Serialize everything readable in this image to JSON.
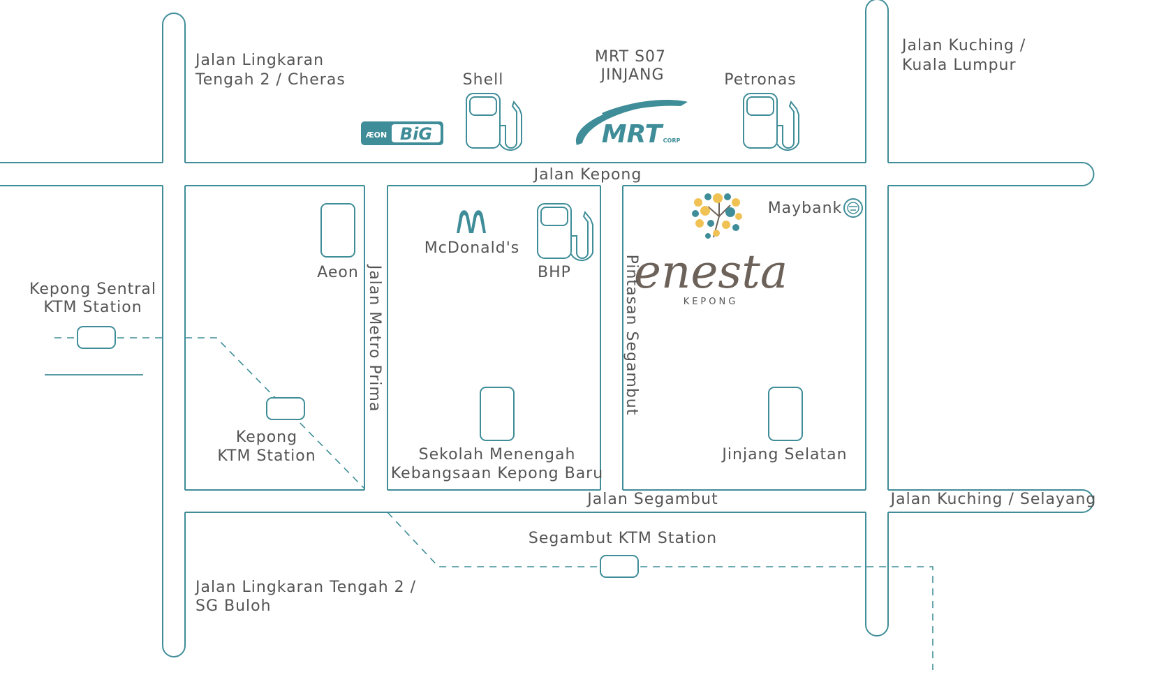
{
  "roads": {
    "jalan_kepong": "Jalan Kepong",
    "jalan_segambut": "Jalan Segambut",
    "jalan_metro_prima": "Jalan Metro Prima",
    "pintasan_segambut": "Pintasan Segambut",
    "jalan_lingkaran_cheras": [
      "Jalan Lingkaran",
      "Tengah 2 / Cheras"
    ],
    "jalan_lingkaran_sgbuloh": [
      "Jalan Lingkaran Tengah 2 /",
      "SG Buloh"
    ],
    "jalan_kuching_kl": [
      "Jalan Kuching /",
      "Kuala Lumpur"
    ],
    "jalan_kuching_selayang": "Jalan Kuching / Selayang"
  },
  "landmarks": {
    "shell": "Shell",
    "petronas": "Petronas",
    "mrt": [
      "MRT S07",
      "JINJANG"
    ],
    "aeon": "Aeon",
    "mcdonalds": "McDonald's",
    "bhp": "BHP",
    "maybank": "Maybank",
    "school": [
      "Sekolah Menengah",
      "Kebangsaan Kepong Baru"
    ],
    "jinjang_selatan": "Jinjang Selatan"
  },
  "stations": {
    "kepong_sentral": [
      "Kepong Sentral",
      "KTM Station"
    ],
    "kepong_ktm": [
      "Kepong",
      "KTM Station"
    ],
    "segambut_ktm": "Segambut KTM Station"
  },
  "logos": {
    "aeon_big_small": "ÆON",
    "aeon_big_main": "BiG",
    "mrt_text": "MRT",
    "mrt_corp": "CORP",
    "enesta": "enesta",
    "enesta_sub": "KEPONG"
  },
  "icons": [
    "fuel-pump-icon",
    "mrt-logo-icon",
    "mcdonalds-arches-icon",
    "maybank-tiger-icon",
    "tree-logo-icon",
    "aeon-big-logo"
  ],
  "colors": {
    "road": "#3f8d98",
    "label": "#545454",
    "enesta_text": "#6d625a",
    "tree_yellow": "#f0c254",
    "tree_teal": "#3f8d98"
  }
}
